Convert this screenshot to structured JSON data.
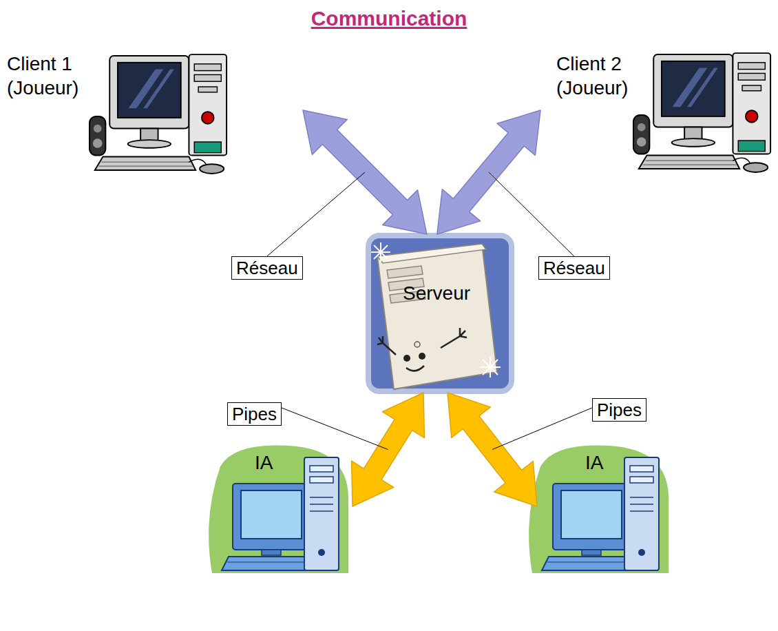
{
  "diagram": {
    "title": "Communication",
    "nodes": [
      {
        "text": [
          "Client 1 (Joueur)"
        ]
      },
      {
        "text": [
          "Client 2 (Joueur)"
        ]
      },
      {
        "text": [
          "Serveur"
        ]
      },
      {
        "text": [
          "IA"
        ]
      },
      {
        "text": [
          "IA"
        ]
      }
    ],
    "edges": [
      {
        "from": 0,
        "to": 2,
        "arrow": "both",
        "label": "Réseau"
      },
      {
        "from": 1,
        "to": 2,
        "arrow": "both",
        "label": "Réseau"
      },
      {
        "from": 2,
        "to": 3,
        "arrow": "both",
        "label": "Pipes"
      },
      {
        "from": 2,
        "to": 4,
        "arrow": "both",
        "label": "Pipes"
      }
    ]
  }
}
